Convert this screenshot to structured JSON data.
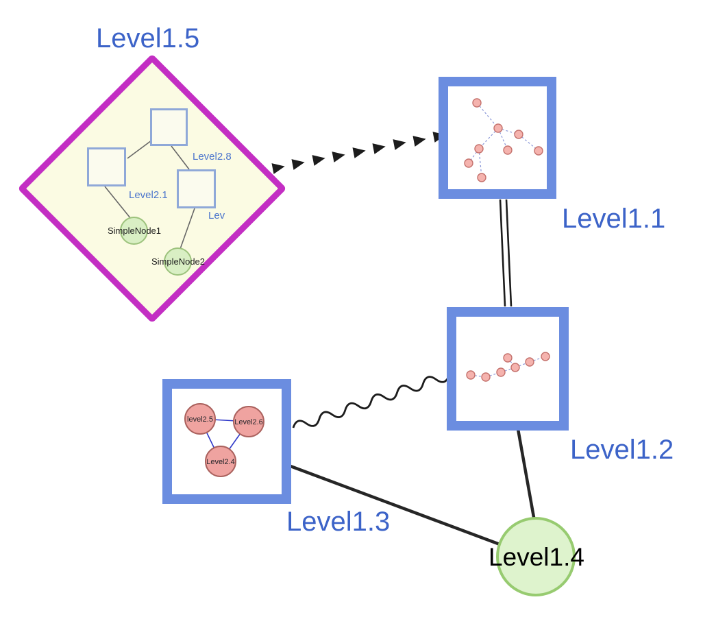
{
  "labels": {
    "level15": "Level1.5",
    "level11": "Level1.1",
    "level12": "Level1.2",
    "level13": "Level1.3",
    "level14": "Level1.4",
    "level28": "Level2.8",
    "level21": "Level2.1",
    "lev_truncated": "Lev",
    "simplenode1": "SimpleNode1",
    "simplenode2": "SimpleNode2",
    "level25": "level2.5",
    "level26": "Level2.6",
    "level24": "Level2.4"
  },
  "graph": {
    "level1_nodes": [
      {
        "id": "Level1.5",
        "shape": "diamond",
        "border": "#c32ec3",
        "fill": "#fbfbe3"
      },
      {
        "id": "Level1.1",
        "shape": "square",
        "border": "#6b8de0",
        "fill": "#ffffff"
      },
      {
        "id": "Level1.2",
        "shape": "square",
        "border": "#6b8de0",
        "fill": "#ffffff"
      },
      {
        "id": "Level1.3",
        "shape": "square",
        "border": "#6b8de0",
        "fill": "#ffffff"
      },
      {
        "id": "Level1.4",
        "shape": "circle",
        "border": "#97cb70",
        "fill": "#def3cd"
      }
    ],
    "level2_nodes_in_level15": [
      "Level2.8",
      "Level2.1",
      "Lev",
      "SimpleNode1",
      "SimpleNode2"
    ],
    "level2_nodes_in_level13": [
      "level2.5",
      "Level2.6",
      "Level2.4"
    ],
    "edges": [
      {
        "from": "Level1.5",
        "to": "Level1.1",
        "style": "dashed-arrowheads"
      },
      {
        "from": "Level1.1",
        "to": "Level1.2",
        "style": "double-line"
      },
      {
        "from": "Level1.3",
        "to": "Level1.2",
        "style": "wavy"
      },
      {
        "from": "Level1.3",
        "to": "Level1.4",
        "style": "solid"
      },
      {
        "from": "Level1.2",
        "to": "Level1.4",
        "style": "solid"
      }
    ]
  },
  "colors": {
    "label_blue": "#3c63c8",
    "node_border_blue": "#6b8de0",
    "inner_square_border": "#8fa8d8",
    "diamond_magenta": "#c32ec3",
    "diamond_fill": "#fbfbe3",
    "green_fill": "#def3cd",
    "green_border": "#97cb70",
    "pink_fill": "#efa3a0",
    "pink_border": "#aa615d",
    "mini_pink_fill": "#f5b3ae",
    "edge_black": "#1c1c1c",
    "mini_edge_blue": "#8a97d8",
    "triangle_edge_blue": "#2b35c8"
  }
}
